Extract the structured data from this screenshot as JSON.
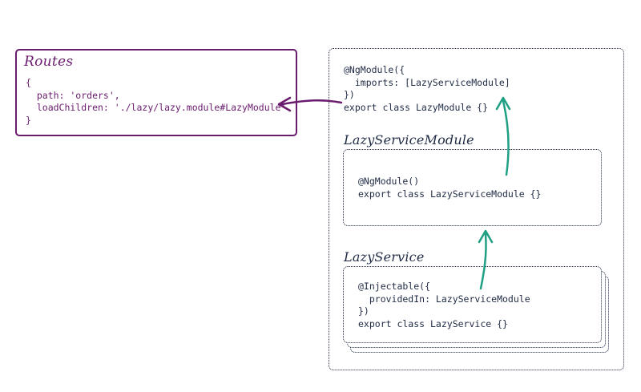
{
  "routes": {
    "title": "Routes",
    "code": "{\n  path: 'orders',\n  loadChildren: './lazy/lazy.module#LazyModule'\n}"
  },
  "lazy_module": {
    "code": "@NgModule({\n  imports: [LazyServiceModule]\n})\nexport class LazyModule {}"
  },
  "lazy_service_module": {
    "title": "LazyServiceModule",
    "code": "@NgModule()\nexport class LazyServiceModule {}"
  },
  "lazy_service": {
    "title": "LazyService",
    "code": "@Injectable({\n  providedIn: LazyServiceModule\n})\nexport class LazyService {}"
  },
  "colors": {
    "routes": "#6a1b6e",
    "arrow_green": "#1fa084",
    "ink": "#1f2a44"
  }
}
